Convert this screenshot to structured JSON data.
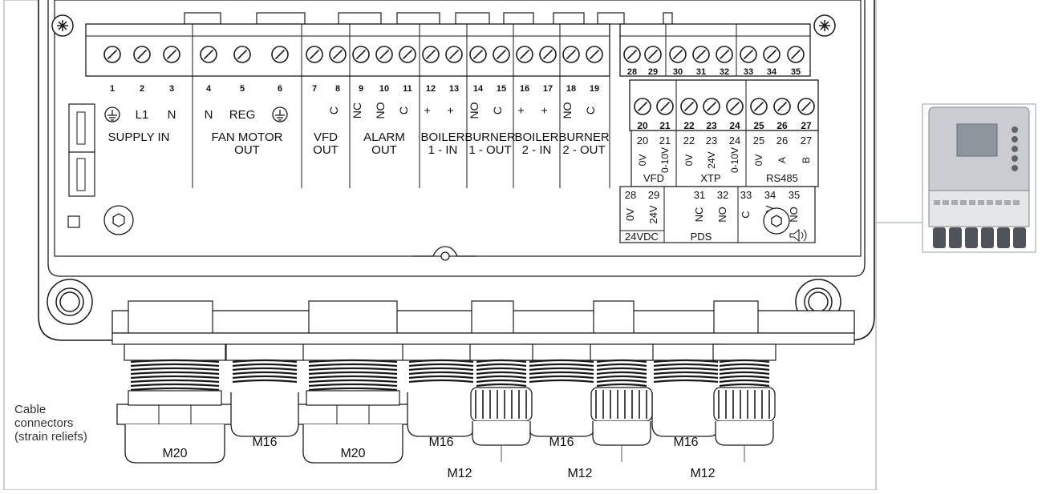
{
  "terminals_main": [
    {
      "num": "1",
      "sub": "",
      "ground": true
    },
    {
      "num": "2",
      "sub": "L1",
      "ground": false
    },
    {
      "num": "3",
      "sub": "N",
      "ground": false
    },
    {
      "num": "4",
      "sub": "N",
      "ground": false
    },
    {
      "num": "5",
      "sub": "REG",
      "ground": false
    },
    {
      "num": "6",
      "sub": "",
      "ground": true
    },
    {
      "num": "7",
      "sub": "",
      "ground": false
    },
    {
      "num": "8",
      "sub": "C",
      "ground": false
    },
    {
      "num": "9",
      "sub": "NC",
      "ground": false
    },
    {
      "num": "10",
      "sub": "NO",
      "ground": false
    },
    {
      "num": "11",
      "sub": "C",
      "ground": false
    },
    {
      "num": "12",
      "sub": "+",
      "ground": false
    },
    {
      "num": "13",
      "sub": "+",
      "ground": false
    },
    {
      "num": "14",
      "sub": "NO",
      "ground": false
    },
    {
      "num": "15",
      "sub": "C",
      "ground": false
    },
    {
      "num": "16",
      "sub": "+",
      "ground": false
    },
    {
      "num": "17",
      "sub": "+",
      "ground": false
    },
    {
      "num": "18",
      "sub": "NO",
      "ground": false
    },
    {
      "num": "19",
      "sub": "C",
      "ground": false
    }
  ],
  "groups_main": [
    {
      "lines": [
        "SUPPLY IN"
      ]
    },
    {
      "lines": [
        "FAN MOTOR",
        "OUT"
      ]
    },
    {
      "lines": [
        "VFD",
        "OUT"
      ]
    },
    {
      "lines": [
        "ALARM",
        "OUT"
      ]
    },
    {
      "lines": [
        "BOILER",
        "1 - IN"
      ]
    },
    {
      "lines": [
        "BURNER",
        "1 - OUT"
      ]
    },
    {
      "lines": [
        "BOILER",
        "2 - IN"
      ]
    },
    {
      "lines": [
        "BURNER",
        "2 - OUT"
      ]
    }
  ],
  "top_right_terminals": [
    "28",
    "29",
    "30",
    "31",
    "32",
    "33",
    "34",
    "35"
  ],
  "mid_right_terminals": [
    "20",
    "21",
    "22",
    "23",
    "24",
    "25",
    "26",
    "27"
  ],
  "signal_table": {
    "upper_nums": [
      "20",
      "21",
      "22",
      "23",
      "24",
      "25",
      "26",
      "27"
    ],
    "upper_vals": [
      "0V",
      "0-10V",
      "0V",
      "24V",
      "0-10V",
      "0V",
      "A",
      "B"
    ],
    "upper_groups": [
      "VFD",
      "XTP",
      "RS485"
    ],
    "lower_nums": [
      "28",
      "29",
      "31",
      "32",
      "33",
      "34",
      "35"
    ],
    "lower_vals": [
      "0V",
      "24V",
      "NC",
      "NO",
      "C",
      "24V",
      "NO"
    ],
    "lower_groups": [
      "24VDC",
      "PDS"
    ]
  },
  "glands": {
    "M20": "M20",
    "M16": "M16",
    "M12": "M12"
  },
  "cable_label": [
    "Cable",
    "connectors",
    "(strain reliefs)"
  ],
  "colors": {
    "line": "#1a1a1a",
    "body": "#ffffff",
    "thumb_body": "#c9ccd0",
    "thumb_panel": "#8e949b"
  }
}
